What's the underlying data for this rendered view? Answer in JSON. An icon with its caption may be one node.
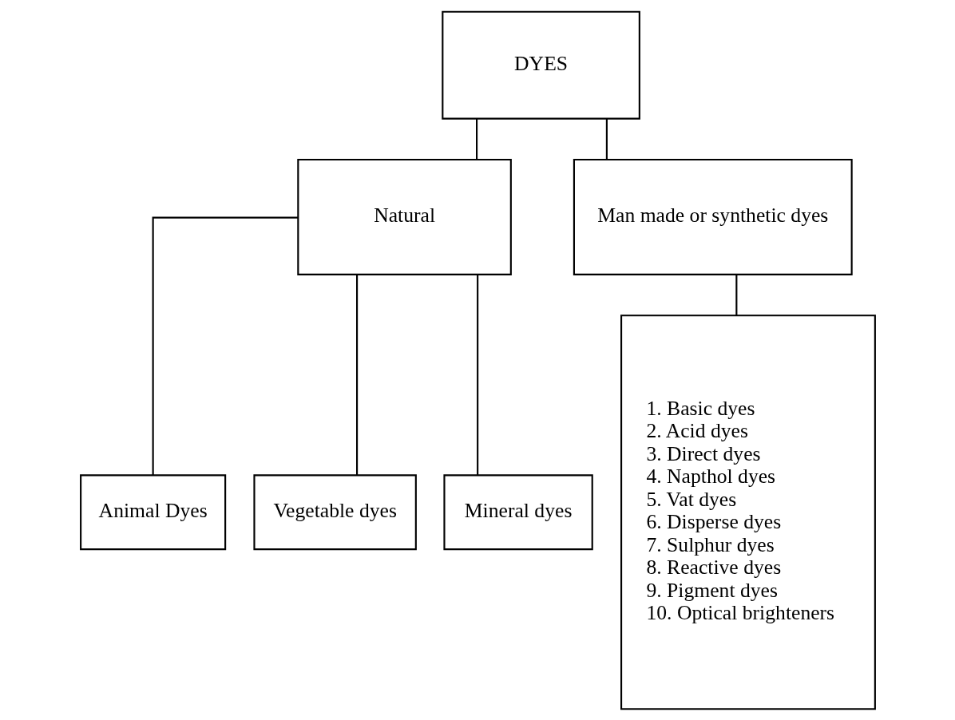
{
  "diagram": {
    "nodes": [
      {
        "text": [
          "DYES"
        ]
      },
      {
        "text": [
          "Natural"
        ]
      },
      {
        "text": [
          "Man made or synthetic dyes"
        ]
      },
      {
        "text": [
          "Animal Dyes"
        ]
      },
      {
        "text": [
          "Vegetable dyes"
        ]
      },
      {
        "text": [
          "Mineral dyes"
        ]
      },
      {
        "text": [
          "1. Basic dyes",
          "2. Acid dyes",
          "3. Direct dyes",
          "4. Napthol dyes",
          "5. Vat dyes",
          "6. Disperse dyes",
          "7. Sulphur dyes",
          "8. Reactive dyes",
          "9. Pigment dyes",
          "10. Optical brighteners"
        ]
      }
    ],
    "edges": [
      {
        "from": 0,
        "to": 1,
        "arrow": "none"
      },
      {
        "from": 0,
        "to": 2,
        "arrow": "none"
      },
      {
        "from": 1,
        "to": 3,
        "arrow": "none"
      },
      {
        "from": 1,
        "to": 4,
        "arrow": "none"
      },
      {
        "from": 1,
        "to": 5,
        "arrow": "none"
      },
      {
        "from": 2,
        "to": 6,
        "arrow": "none"
      }
    ]
  }
}
